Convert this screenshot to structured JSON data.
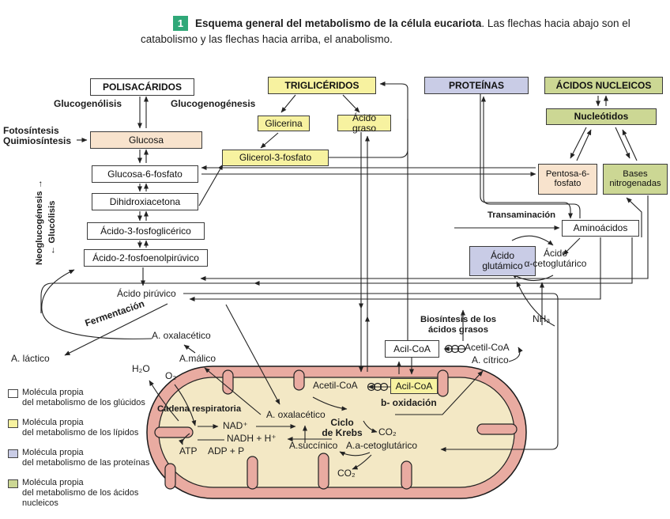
{
  "title": {
    "badge": "1",
    "bold": "Esquema general del metabolismo de la célula eucariota",
    "rest": ". Las flechas hacia abajo son el catabolismo y las flechas hacia arriba, el anabolismo."
  },
  "colors": {
    "glucidos": "#ffffff",
    "lipidos": "#f7f2a0",
    "proteinas": "#c9cce6",
    "acidos_nucleicos": "#ccd794",
    "peach": "#f8e3cd",
    "mito_membrane": "#e9aba1",
    "mito_matrix": "#f3e8c5",
    "badge_green": "#2fa878"
  },
  "nodes": {
    "polisacaridos": "POLISACÁRIDOS",
    "glucosa": "Glucosa",
    "glucosa6fosfato": "Glucosa-6-fosfato",
    "dihidroxiacetona": "Dihidroxiacetona",
    "acido3fosfoglicerico": "Ácido-3-fosfoglicérico",
    "acido2fosfoenolpiruvico": "Ácido-2-fosfoenolpirúvico",
    "trigliceridos": "TRIGLICÉRIDOS",
    "glicerina": "Glicerina",
    "acido_graso": "Ácido graso",
    "glicerol3fosfato": "Glicerol-3-fosfato",
    "proteinas": "PROTEÍNAS",
    "acidos_nucleicos": "ÁCIDOS NUCLEICOS",
    "nucleotidos": "Nucleótidos",
    "pentosa6fosfato": "Pentosa-6-\nfosfato",
    "bases_nitrogenadas": "Bases\nnitrogenadas",
    "aminoacidos": "Aminoácidos",
    "acido_glutamico": "Ácido\nglutámico",
    "acil_coa_outer": "Acil-CoA",
    "acil_coa_inner": "Acil-CoA"
  },
  "labels": {
    "glucogenolisis": "Glucogenólisis",
    "glucogenogenesis": "Glucogenogénesis",
    "fotosintesis": "Fotosíntesis\nQuimiosíntesis",
    "neoglucogenesis": "Neoglucogénesis →",
    "glucolisis": "← Glucólisis",
    "acido_piruvico": "Ácido pirúvico",
    "fermentacion": "Fermentación",
    "a_lactico": "A. láctico",
    "a_oxalacetico_outer": "A. oxalacético",
    "a_malico": "A.málico",
    "h2o": "H₂O",
    "o2": "O₂",
    "transaminacion": "Transaminación",
    "acido_cetoglutarico": "Ácido\nα-cetoglutárico",
    "nh3": "NH₃",
    "biosintesis_acidos_grasos": "Biosíntesis de los\nácidos grasos",
    "acetil_coa_outer": "Acetil-CoA",
    "a_citrico_outer": "A. cítrico",
    "acetil_coa_inner": "Acetil-CoA",
    "b_oxidacion": "b- oxidación",
    "cadena_respiratoria": "Cadena respiratoria",
    "a_oxalacetico_inner": "A. oxalacético",
    "nad": "NAD⁺",
    "nadh": "NADH + H⁺",
    "ciclo_krebs": "Ciclo\nde Krebs",
    "co2_krebs": "CO₂",
    "a_succinico": "A.succínico",
    "a_cetoglutarico_inner": "A.a-cetoglutárico",
    "atp": "ATP",
    "adp": "ADP + P",
    "co2_bottom": "CO₂"
  },
  "legend": {
    "items": [
      {
        "text": "Molécula propia\ndel metabolismo de los glúcidos"
      },
      {
        "text": "Molécula propia\ndel metabolismo de los lípidos"
      },
      {
        "text": "Molécula propia\ndel metabolismo de las proteínas"
      },
      {
        "text": "Molécula propia\ndel metabolismo de los ácidos\nnucleicos"
      }
    ]
  }
}
